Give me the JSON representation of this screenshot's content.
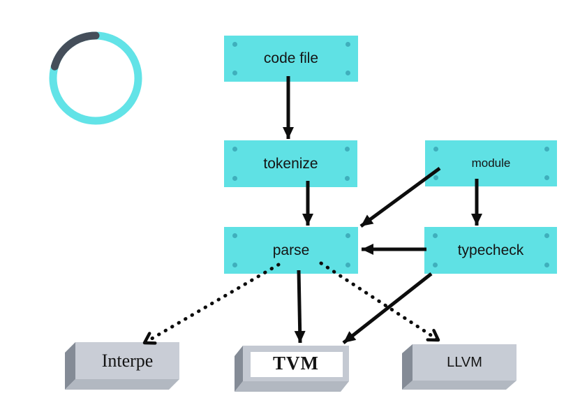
{
  "diagram": {
    "nodes": {
      "code_file": {
        "label": "code file",
        "shape": "flat-box"
      },
      "tokenize": {
        "label": "tokenize",
        "shape": "flat-box"
      },
      "parse": {
        "label": "parse",
        "shape": "flat-box"
      },
      "module": {
        "label": "module",
        "shape": "flat-box"
      },
      "typecheck": {
        "label": "typecheck",
        "shape": "flat-box"
      },
      "interpreter": {
        "label": "Interpe",
        "shape": "3d-slab"
      },
      "tvm": {
        "label": "TVM",
        "shape": "3d-slab-inset"
      },
      "llvm": {
        "label": "LLVM",
        "shape": "3d-slab"
      }
    },
    "edges": [
      {
        "from": "code_file",
        "to": "tokenize",
        "style": "solid"
      },
      {
        "from": "tokenize",
        "to": "parse",
        "style": "solid"
      },
      {
        "from": "module",
        "to": "parse",
        "style": "solid"
      },
      {
        "from": "module",
        "to": "typecheck",
        "style": "solid"
      },
      {
        "from": "typecheck",
        "to": "parse",
        "style": "solid"
      },
      {
        "from": "parse",
        "to": "tvm",
        "style": "solid"
      },
      {
        "from": "typecheck",
        "to": "tvm",
        "style": "solid"
      },
      {
        "from": "parse",
        "to": "interpreter",
        "style": "dotted"
      },
      {
        "from": "parse",
        "to": "llvm",
        "style": "dotted"
      }
    ]
  },
  "spinner": {
    "kind": "loading-ring",
    "ring_color": "#62e3e7",
    "arc_color": "#454e5a"
  },
  "colors": {
    "background": "#ffffff",
    "node_fill": "#5fe1e4",
    "node_dot": "#3fafbc",
    "arrow": "#0d0d0d",
    "slab_front": "#c8ccd5",
    "slab_side": "#848b96",
    "slab_bottom": "#b2b8c1",
    "tvm_inner_panel": "#ffffff",
    "text": "#141414"
  }
}
